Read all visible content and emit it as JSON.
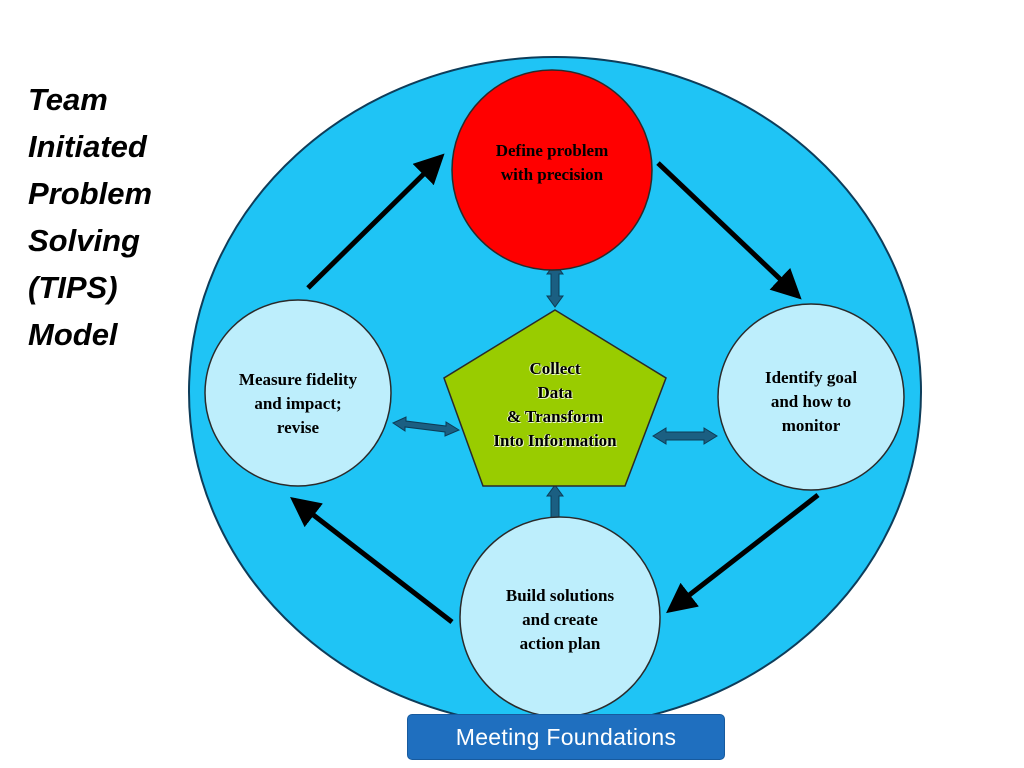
{
  "title": {
    "lines": [
      "Team",
      "Initiated",
      "Problem",
      "Solving",
      "(TIPS)",
      "Model"
    ]
  },
  "nodes": {
    "define": {
      "lines": [
        "Define problem",
        "with precision"
      ]
    },
    "identify": {
      "lines": [
        "Identify goal",
        "and how to",
        "monitor"
      ]
    },
    "build": {
      "lines": [
        "Build solutions",
        "and create",
        "action plan"
      ]
    },
    "measure": {
      "lines": [
        "Measure fidelity",
        "and impact;",
        "revise"
      ]
    },
    "center": {
      "lines": [
        "Collect",
        "Data",
        "& Transform",
        "Into Information"
      ]
    }
  },
  "footer": {
    "label": "Meeting Foundations"
  },
  "colors": {
    "outer_circle": "#1fc4f5",
    "define_node": "#ff0000",
    "step_node": "#bdeefc",
    "center_node": "#99cc00",
    "connector": "#1b5f82",
    "arrow": "#000000",
    "footer": "#1f6fbf"
  }
}
